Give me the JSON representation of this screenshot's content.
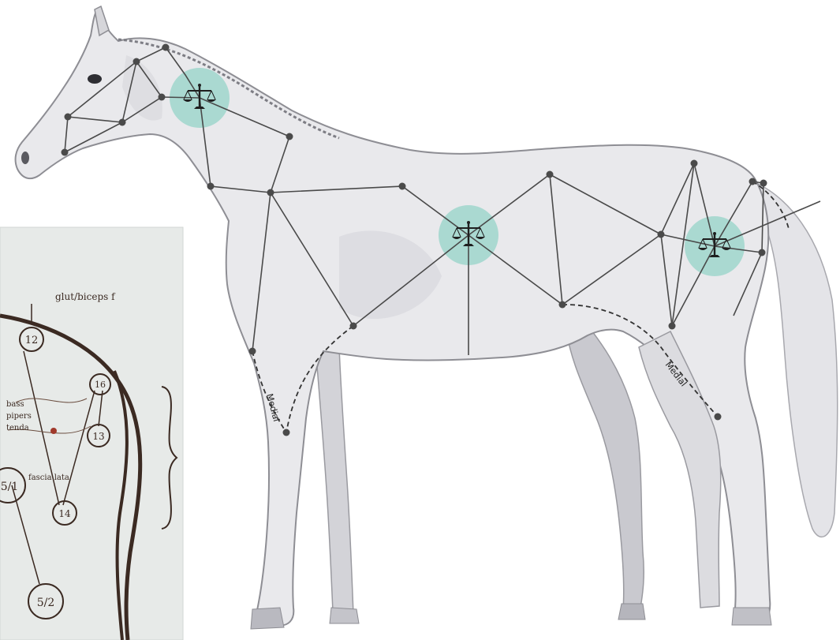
{
  "title": "",
  "diagram": {
    "labels": {
      "medial_front": "Medial",
      "medial_hind": "Medial"
    },
    "balance_icons": [
      {
        "name": "balance-scale-icon-neck"
      },
      {
        "name": "balance-scale-icon-barrel"
      },
      {
        "name": "balance-scale-icon-hip"
      }
    ],
    "colors": {
      "balance_circle": "#9fd6cc",
      "line": "#4a4a4a",
      "node": "#4a4a4a",
      "horse_fill": "#e9e9ec",
      "horse_outline": "#9a9aa0",
      "notes_bg": "#e7eae8",
      "ink": "#3b2a22"
    }
  },
  "handwritten_inset": {
    "header": "glut/biceps f",
    "circled_numbers": [
      "12",
      "16",
      "13",
      "14",
      "5/1",
      "5/2"
    ],
    "side_text": [
      "bass",
      "pipers",
      "tenda"
    ],
    "fascia_label": "fascia lata"
  }
}
